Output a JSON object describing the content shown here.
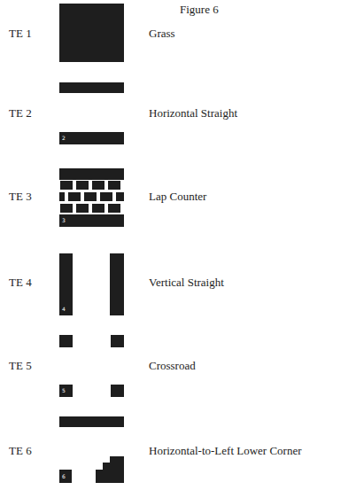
{
  "diagram": {
    "title": "Figure 6",
    "labels": [
      "TE 1",
      "Grass",
      "TE 2",
      "Horizontal Straight",
      "2",
      "TE 3",
      "Lap Counter",
      "3",
      "TE 4",
      "Vertical Straight",
      "4",
      "TE 5",
      "Crossroad",
      "5",
      "TE 6",
      "Horizontal-to-Left Lower Corner",
      "6"
    ]
  }
}
